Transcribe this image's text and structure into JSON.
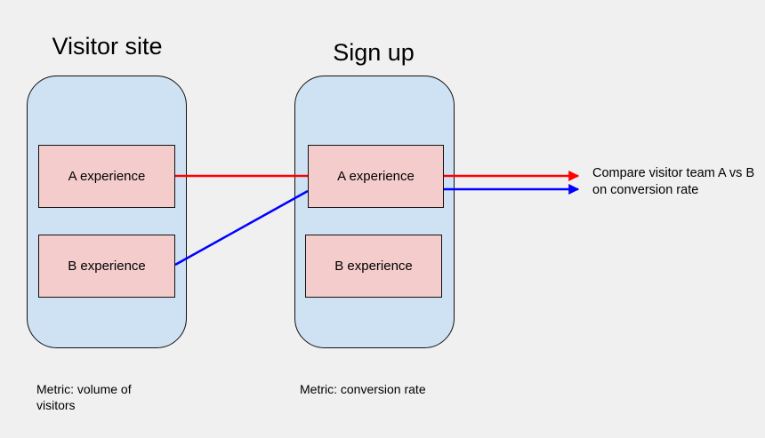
{
  "colors": {
    "background": "#f0f0f0",
    "stage_fill": "#cfe2f3",
    "experience_fill": "#f4cccc",
    "path_a": "#ff0000",
    "path_b": "#0000ff"
  },
  "columns": [
    {
      "title": "Visitor site",
      "experiences": [
        "A experience",
        "B experience"
      ],
      "metric": "Metric: volume of visitors"
    },
    {
      "title": "Sign up",
      "experiences": [
        "A experience",
        "B experience"
      ],
      "metric": "Metric: conversion rate"
    }
  ],
  "outcome": "Compare visitor team A vs B on conversion rate"
}
